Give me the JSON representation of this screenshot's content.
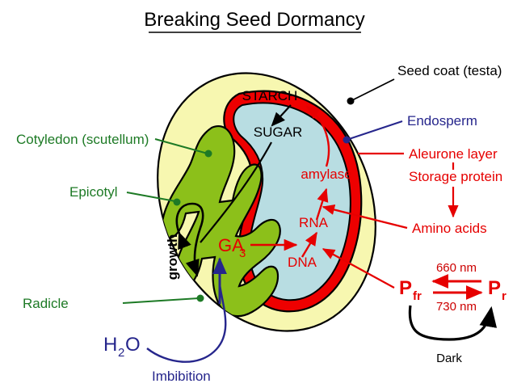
{
  "title": "Breaking Seed Dormancy",
  "colors": {
    "testa_fill": "#f7f7b0",
    "cotyledon_fill": "#8cc01a",
    "aleurone_red": "#ee0000",
    "endosperm_fill": "#b8dde2",
    "green_label": "#1d7a25",
    "red_label": "#e60000",
    "navy_label": "#26268c",
    "black_label": "#000000",
    "background": "#ffffff"
  },
  "labels_left": [
    {
      "id": "cotyledon",
      "text": "Cotyledon (scutellum)",
      "color": "green"
    },
    {
      "id": "epicotyl",
      "text": "Epicotyl",
      "color": "green"
    },
    {
      "id": "radicle",
      "text": "Radicle",
      "color": "green"
    }
  ],
  "labels_right": [
    {
      "id": "seed-coat",
      "text": "Seed coat (testa)",
      "color": "black"
    },
    {
      "id": "endosperm",
      "text": "Endosperm",
      "color": "navy"
    },
    {
      "id": "aleurone-layer",
      "text": "Aleurone layer",
      "color": "red"
    },
    {
      "id": "storage-protein",
      "text": "Storage protein",
      "color": "red"
    },
    {
      "id": "amino-acids",
      "text": "Amino acids",
      "color": "red"
    }
  ],
  "interior": {
    "starch": "STARCH",
    "sugar": "SUGAR",
    "amylase": "amylase",
    "rna": "RNA",
    "dna": "DNA",
    "ga3_main": "GA",
    "ga3_sub": "3",
    "growth": "growth"
  },
  "water": {
    "h2o_main": "H",
    "h2o_sub": "2",
    "h2o_tail": "O",
    "imbibition": "Imbibition"
  },
  "phytochrome": {
    "pfr_main": "P",
    "pfr_sub": "fr",
    "pr_main": "P",
    "pr_sub": "r",
    "wavelength_top": "660 nm",
    "wavelength_bottom": "730 nm",
    "dark": "Dark"
  }
}
